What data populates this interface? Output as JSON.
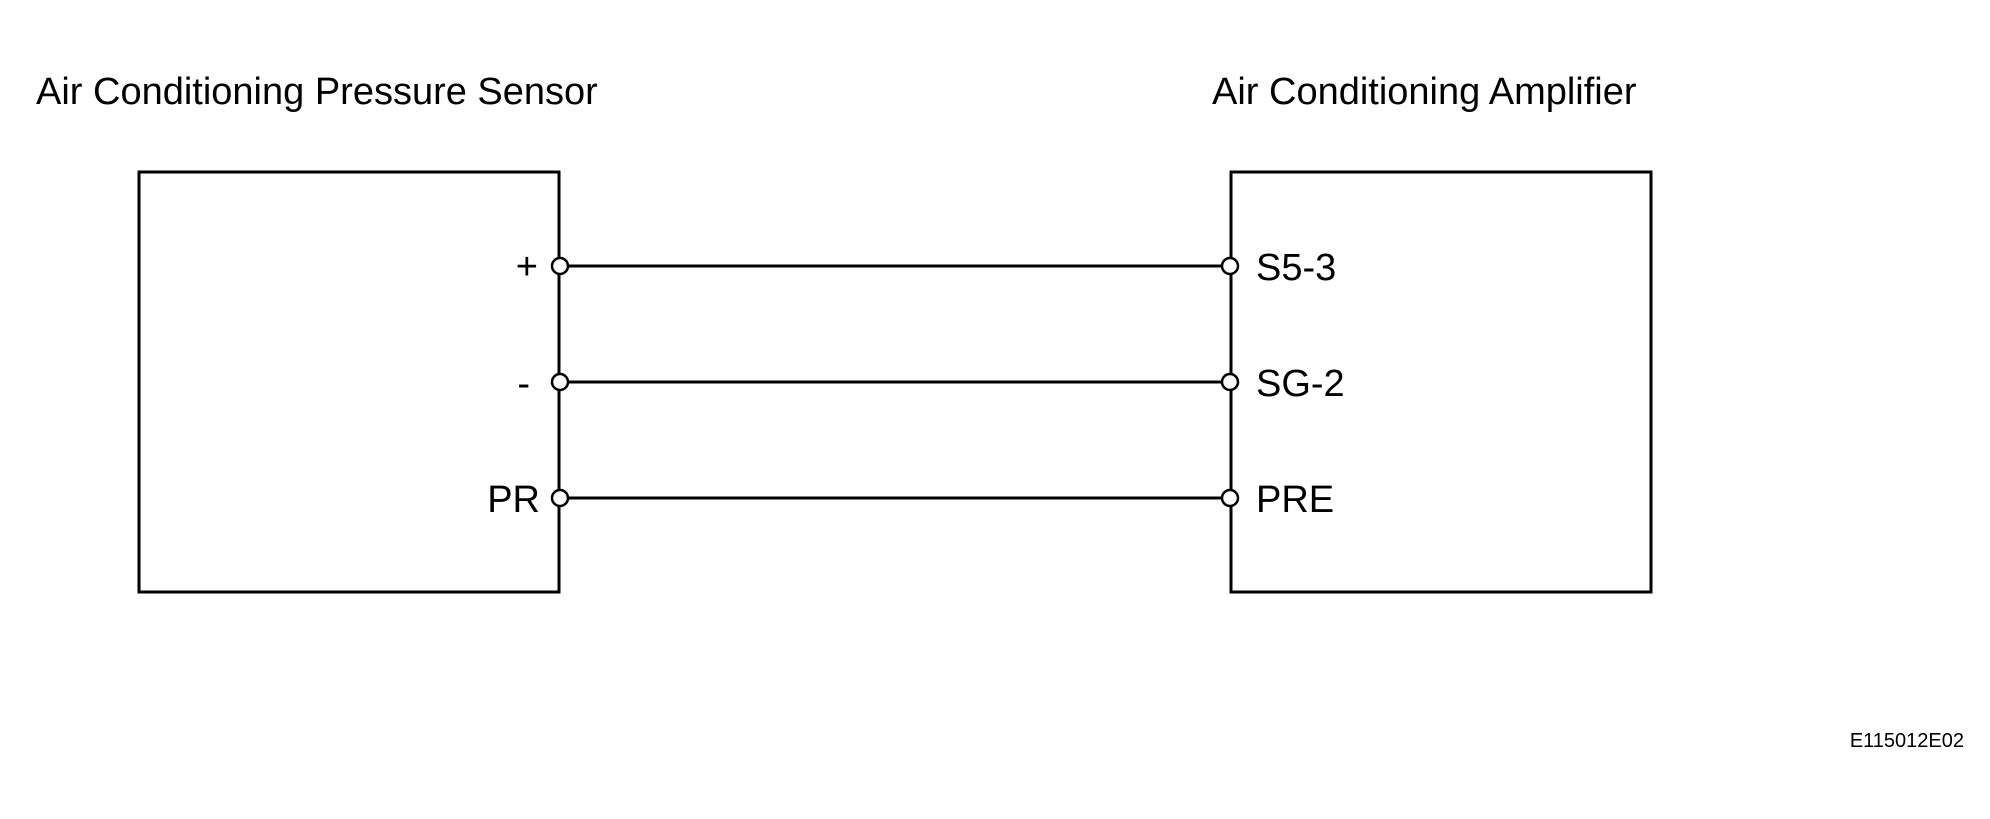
{
  "components": {
    "sensor": {
      "title": "Air Conditioning Pressure Sensor",
      "pins": [
        "+",
        "-",
        "PR"
      ]
    },
    "amplifier": {
      "title": "Air Conditioning Amplifier",
      "pins": [
        "S5-3",
        "SG-2",
        "PRE"
      ]
    }
  },
  "wires": [
    {
      "from": "+",
      "to": "S5-3"
    },
    {
      "from": "-",
      "to": "SG-2"
    },
    {
      "from": "PR",
      "to": "PRE"
    }
  ],
  "figure_code": "E115012E02",
  "colors": {
    "line": "#000000",
    "background": "#ffffff"
  }
}
